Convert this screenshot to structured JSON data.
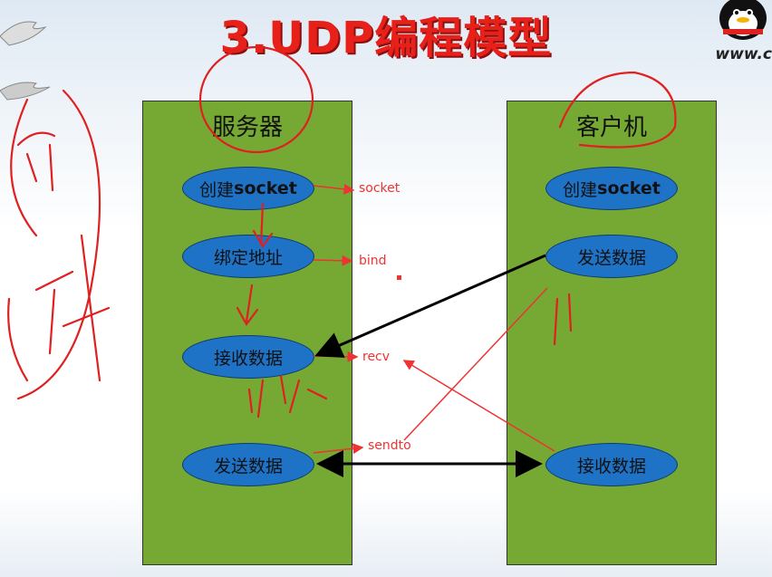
{
  "title": "3.UDP编程模型",
  "watermark": "www.c",
  "server": {
    "title": "服务器",
    "nodes": [
      {
        "pre": "创建",
        "bold": "socket"
      },
      {
        "pre": "绑定地址",
        "bold": ""
      },
      {
        "pre": "接收数据",
        "bold": ""
      },
      {
        "pre": "发送数据",
        "bold": ""
      }
    ]
  },
  "client": {
    "title": "客户机",
    "nodes": [
      {
        "pre": "创建",
        "bold": "socket"
      },
      {
        "pre": "发送数据",
        "bold": ""
      },
      {
        "pre": "接收数据",
        "bold": ""
      }
    ]
  },
  "function_labels": {
    "socket": "socket",
    "bind": "bind",
    "recv": "recv",
    "sendto": "sendto"
  },
  "colors": {
    "panel": "#76a834",
    "node": "#1e73c7",
    "title": "#e8201a",
    "annotation": "#e02020"
  }
}
